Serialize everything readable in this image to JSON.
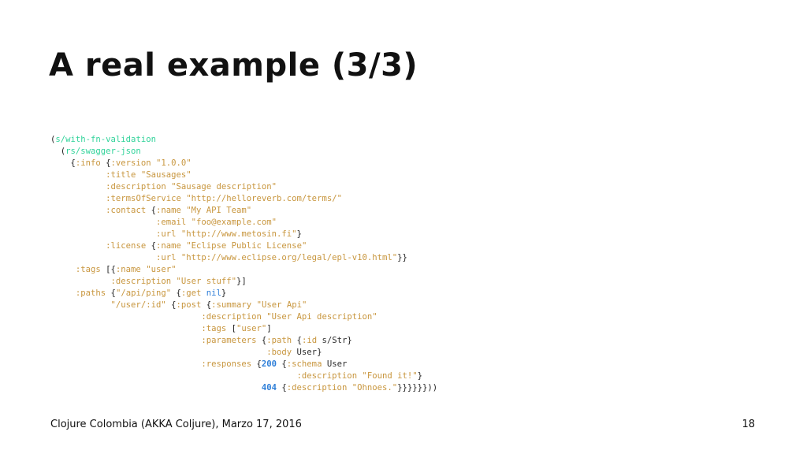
{
  "slide": {
    "title": "A real example (3/3)",
    "footer": "Clojure Colombia (AKKA Coljure), Marzo 17, 2016",
    "page_number": "18"
  },
  "code": {
    "colors": {
      "symbol": "#31d39a",
      "keyword": "#c8963e",
      "string": "#c8963e",
      "number": "#2f7fd8",
      "nil": "#2f7fd8",
      "text": "#222222"
    },
    "lines": [
      [
        {
          "t": "pun",
          "v": "("
        },
        {
          "t": "sym",
          "v": "s/with-fn-validation"
        }
      ],
      [
        {
          "t": "pun",
          "v": "  ("
        },
        {
          "t": "sym",
          "v": "rs/swagger-json"
        }
      ],
      [
        {
          "t": "pun",
          "v": "    {"
        },
        {
          "t": "kw",
          "v": ":info"
        },
        {
          "t": "pun",
          "v": " {"
        },
        {
          "t": "kw",
          "v": ":version"
        },
        {
          "t": "pun",
          "v": " "
        },
        {
          "t": "str",
          "v": "\"1.0.0\""
        }
      ],
      [
        {
          "t": "pun",
          "v": "           "
        },
        {
          "t": "kw",
          "v": ":title"
        },
        {
          "t": "pun",
          "v": " "
        },
        {
          "t": "str",
          "v": "\"Sausages\""
        }
      ],
      [
        {
          "t": "pun",
          "v": "           "
        },
        {
          "t": "kw",
          "v": ":description"
        },
        {
          "t": "pun",
          "v": " "
        },
        {
          "t": "str",
          "v": "\"Sausage description\""
        }
      ],
      [
        {
          "t": "pun",
          "v": "           "
        },
        {
          "t": "kw",
          "v": ":termsOfService"
        },
        {
          "t": "pun",
          "v": " "
        },
        {
          "t": "str",
          "v": "\"http://helloreverb.com/terms/\""
        }
      ],
      [
        {
          "t": "pun",
          "v": "           "
        },
        {
          "t": "kw",
          "v": ":contact"
        },
        {
          "t": "pun",
          "v": " {"
        },
        {
          "t": "kw",
          "v": ":name"
        },
        {
          "t": "pun",
          "v": " "
        },
        {
          "t": "str",
          "v": "\"My API Team\""
        }
      ],
      [
        {
          "t": "pun",
          "v": "                     "
        },
        {
          "t": "kw",
          "v": ":email"
        },
        {
          "t": "pun",
          "v": " "
        },
        {
          "t": "str",
          "v": "\"foo@example.com\""
        }
      ],
      [
        {
          "t": "pun",
          "v": "                     "
        },
        {
          "t": "kw",
          "v": ":url"
        },
        {
          "t": "pun",
          "v": " "
        },
        {
          "t": "str",
          "v": "\"http://www.metosin.fi\""
        },
        {
          "t": "pun",
          "v": "}"
        }
      ],
      [
        {
          "t": "pun",
          "v": "           "
        },
        {
          "t": "kw",
          "v": ":license"
        },
        {
          "t": "pun",
          "v": " {"
        },
        {
          "t": "kw",
          "v": ":name"
        },
        {
          "t": "pun",
          "v": " "
        },
        {
          "t": "str",
          "v": "\"Eclipse Public License\""
        }
      ],
      [
        {
          "t": "pun",
          "v": "                     "
        },
        {
          "t": "kw",
          "v": ":url"
        },
        {
          "t": "pun",
          "v": " "
        },
        {
          "t": "str",
          "v": "\"http://www.eclipse.org/legal/epl-v10.html\""
        },
        {
          "t": "pun",
          "v": "}}"
        }
      ],
      [
        {
          "t": "pun",
          "v": "     "
        },
        {
          "t": "kw",
          "v": ":tags"
        },
        {
          "t": "pun",
          "v": " [{"
        },
        {
          "t": "kw",
          "v": ":name"
        },
        {
          "t": "pun",
          "v": " "
        },
        {
          "t": "str",
          "v": "\"user\""
        }
      ],
      [
        {
          "t": "pun",
          "v": "            "
        },
        {
          "t": "kw",
          "v": ":description"
        },
        {
          "t": "pun",
          "v": " "
        },
        {
          "t": "str",
          "v": "\"User stuff\""
        },
        {
          "t": "pun",
          "v": "}]"
        }
      ],
      [
        {
          "t": "pun",
          "v": "     "
        },
        {
          "t": "kw",
          "v": ":paths"
        },
        {
          "t": "pun",
          "v": " {"
        },
        {
          "t": "str",
          "v": "\"/api/ping\""
        },
        {
          "t": "pun",
          "v": " {"
        },
        {
          "t": "kw",
          "v": ":get"
        },
        {
          "t": "pun",
          "v": " "
        },
        {
          "t": "nil",
          "v": "nil"
        },
        {
          "t": "pun",
          "v": "}"
        }
      ],
      [
        {
          "t": "pun",
          "v": "            "
        },
        {
          "t": "str",
          "v": "\"/user/:id\""
        },
        {
          "t": "pun",
          "v": " {"
        },
        {
          "t": "kw",
          "v": ":post"
        },
        {
          "t": "pun",
          "v": " {"
        },
        {
          "t": "kw",
          "v": ":summary"
        },
        {
          "t": "pun",
          "v": " "
        },
        {
          "t": "str",
          "v": "\"User Api\""
        }
      ],
      [
        {
          "t": "pun",
          "v": "                              "
        },
        {
          "t": "kw",
          "v": ":description"
        },
        {
          "t": "pun",
          "v": " "
        },
        {
          "t": "str",
          "v": "\"User Api description\""
        }
      ],
      [
        {
          "t": "pun",
          "v": "                              "
        },
        {
          "t": "kw",
          "v": ":tags"
        },
        {
          "t": "pun",
          "v": " ["
        },
        {
          "t": "str",
          "v": "\"user\""
        },
        {
          "t": "pun",
          "v": "]"
        }
      ],
      [
        {
          "t": "pun",
          "v": "                              "
        },
        {
          "t": "kw",
          "v": ":parameters"
        },
        {
          "t": "pun",
          "v": " {"
        },
        {
          "t": "kw",
          "v": ":path"
        },
        {
          "t": "pun",
          "v": " {"
        },
        {
          "t": "kw",
          "v": ":id"
        },
        {
          "t": "pun",
          "v": " "
        },
        {
          "t": "id",
          "v": "s/Str"
        },
        {
          "t": "pun",
          "v": "}"
        }
      ],
      [
        {
          "t": "pun",
          "v": "                                           "
        },
        {
          "t": "kw",
          "v": ":body"
        },
        {
          "t": "pun",
          "v": " "
        },
        {
          "t": "id",
          "v": "User"
        },
        {
          "t": "pun",
          "v": "}"
        }
      ],
      [
        {
          "t": "pun",
          "v": "                              "
        },
        {
          "t": "kw",
          "v": ":responses"
        },
        {
          "t": "pun",
          "v": " {"
        },
        {
          "t": "num",
          "v": "200"
        },
        {
          "t": "pun",
          "v": " {"
        },
        {
          "t": "kw",
          "v": ":schema"
        },
        {
          "t": "pun",
          "v": " "
        },
        {
          "t": "id",
          "v": "User"
        }
      ],
      [
        {
          "t": "pun",
          "v": "                                                 "
        },
        {
          "t": "kw",
          "v": ":description"
        },
        {
          "t": "pun",
          "v": " "
        },
        {
          "t": "str",
          "v": "\"Found it!\""
        },
        {
          "t": "pun",
          "v": "}"
        }
      ],
      [
        {
          "t": "pun",
          "v": "                                          "
        },
        {
          "t": "num",
          "v": "404"
        },
        {
          "t": "pun",
          "v": " {"
        },
        {
          "t": "kw",
          "v": ":description"
        },
        {
          "t": "pun",
          "v": " "
        },
        {
          "t": "str",
          "v": "\"Ohnoes.\""
        },
        {
          "t": "pun",
          "v": "}}}}}}))"
        }
      ]
    ]
  }
}
